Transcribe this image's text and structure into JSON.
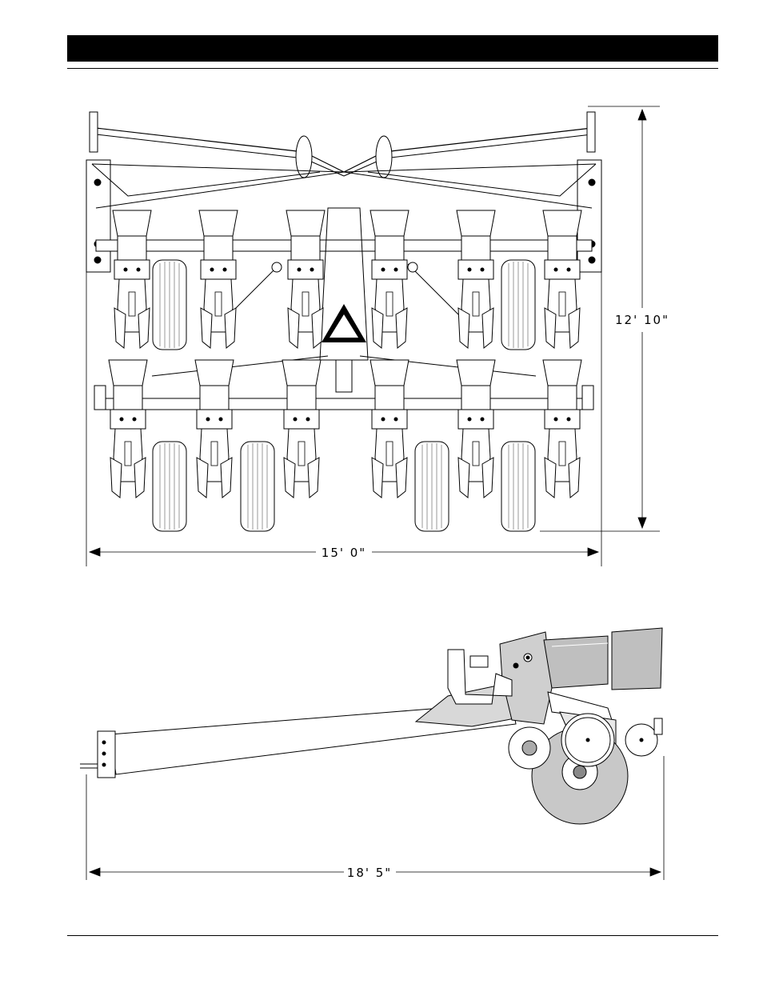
{
  "dimensions": {
    "height_top_view": "12' 10\"",
    "width_top_view": "15' 0\"",
    "length_side_view": "18' 5\""
  },
  "icons": {
    "smv_sign": "slow-moving-vehicle-triangle-icon"
  }
}
